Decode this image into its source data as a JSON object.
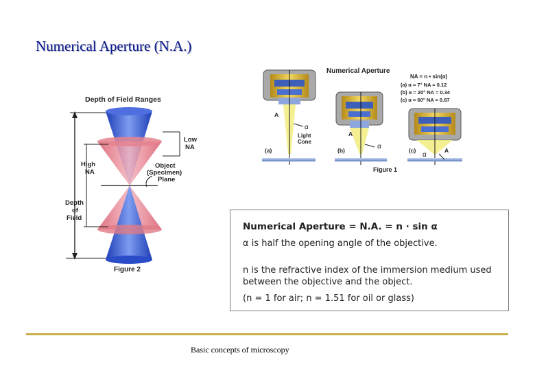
{
  "title": "Numerical Aperture (N.A.)",
  "figure2": {
    "heading": "Depth of Field Ranges",
    "low_na": [
      "Low",
      "NA"
    ],
    "high_na": [
      "High",
      "NA"
    ],
    "object_plane": [
      "Object",
      "(Specimen)",
      "Plane"
    ],
    "depth_of_field": [
      "Depth",
      "of",
      "Field"
    ],
    "caption": "Figure 2"
  },
  "figure1": {
    "heading": "Numerical Aperture",
    "formula": "NA = n • sin(α)",
    "rows": [
      "(a) α = 7°    NA = 0.12",
      "(b) α = 20°  NA = 0.34",
      "(c) α = 60°  NA = 0.87"
    ],
    "label_a": "(a)",
    "label_b": "(b)",
    "label_c": "(c)",
    "letter_A": "A",
    "alpha": "α",
    "light_cone": [
      "Light",
      "Cone"
    ],
    "caption": "Figure 1"
  },
  "equation_box": {
    "line1": "Numerical Aperture = N.A. = n · sin α",
    "line2": "α is half the opening angle of the objective.",
    "line3": "n is the refractive index of the immersion medium used",
    "line4": "between the objective and the object.",
    "line5": "(n = 1 for air; n = 1.51 for oil or glass)"
  },
  "footer": "Basic concepts of microscopy",
  "colors": {
    "title": "#0a1a8c",
    "cone_blue": "#3d5fd6",
    "cone_red": "#e07a86",
    "light_yellow": "#f3ee86",
    "objective_gold": "#d9b52e",
    "slide_bar": "#9fb2d9",
    "footer_rule": "#c9b04a"
  }
}
